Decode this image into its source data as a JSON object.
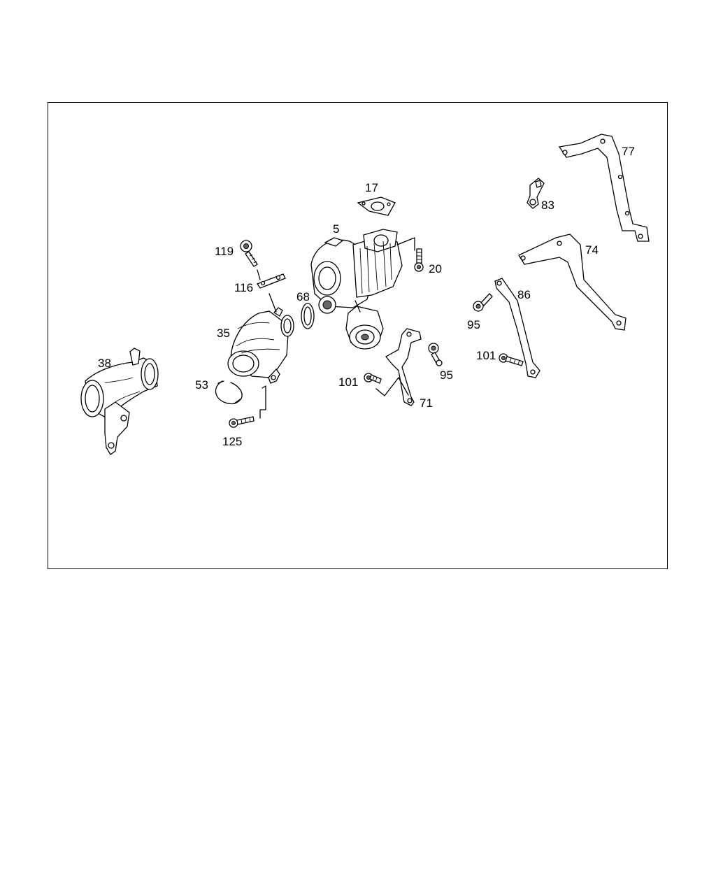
{
  "diagram": {
    "callouts": [
      {
        "id": "c5",
        "text": "5"
      },
      {
        "id": "c17",
        "text": "17"
      },
      {
        "id": "c20",
        "text": "20"
      },
      {
        "id": "c35",
        "text": "35"
      },
      {
        "id": "c38",
        "text": "38"
      },
      {
        "id": "c53",
        "text": "53"
      },
      {
        "id": "c68",
        "text": "68"
      },
      {
        "id": "c71",
        "text": "71"
      },
      {
        "id": "c74",
        "text": "74"
      },
      {
        "id": "c77",
        "text": "77"
      },
      {
        "id": "c83",
        "text": "83"
      },
      {
        "id": "c86",
        "text": "86"
      },
      {
        "id": "c95a",
        "text": "95"
      },
      {
        "id": "c95b",
        "text": "95"
      },
      {
        "id": "c101a",
        "text": "101"
      },
      {
        "id": "c101b",
        "text": "101"
      },
      {
        "id": "c116",
        "text": "116"
      },
      {
        "id": "c119",
        "text": "119"
      },
      {
        "id": "c125",
        "text": "125"
      }
    ]
  }
}
